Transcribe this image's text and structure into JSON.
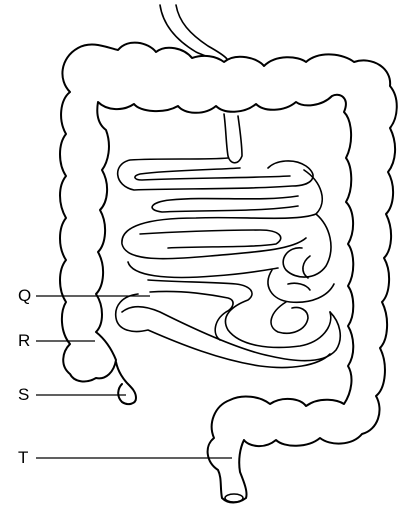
{
  "diagram": {
    "labels": {
      "q": "Q",
      "r": "R",
      "s": "S",
      "t": "T"
    },
    "colors": {
      "stroke": "#000000",
      "background": "#ffffff"
    }
  }
}
